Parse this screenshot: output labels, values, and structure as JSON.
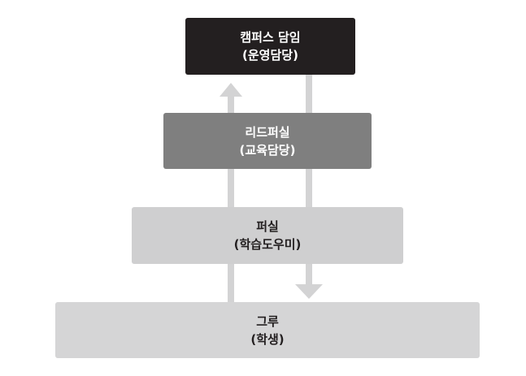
{
  "levels": [
    {
      "title": "캠퍼스 담임",
      "subtitle": "(운영담당)"
    },
    {
      "title": "리드퍼실",
      "subtitle": "(교육담당)"
    },
    {
      "title": "퍼실",
      "subtitle": "(학습도우미)"
    },
    {
      "title": "그루",
      "subtitle": "(학생)"
    }
  ],
  "colors": {
    "level_1_bg": "#231f20",
    "level_1_text": "#ffffff",
    "level_2_bg": "#7f7f7f",
    "level_2_text": "#ffffff",
    "level_3_bg": "#cfcfd0",
    "level_3_text": "#231f20",
    "level_4_bg": "#d5d5d6",
    "level_4_text": "#231f20",
    "arrow": "#d3d3d4"
  },
  "arrows": [
    {
      "direction": "up",
      "from_level": 4,
      "to_level": 1
    },
    {
      "direction": "down",
      "from_level": 1,
      "to_level": 4
    }
  ]
}
